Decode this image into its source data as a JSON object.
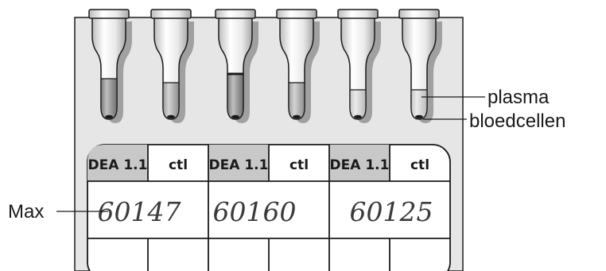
{
  "labels": {
    "plasma": "plasma",
    "bloedcellen": "bloedcellen",
    "max": "Max"
  },
  "card": {
    "columns": [
      "DEA 1.1",
      "ctl",
      "DEA 1.1",
      "ctl",
      "DEA 1.1",
      "ctl"
    ],
    "samples": [
      "60147",
      "60160",
      "60125"
    ]
  },
  "tubes": [
    {
      "column": "DEA 1.1",
      "fill": "dark"
    },
    {
      "column": "ctl",
      "fill": "medium"
    },
    {
      "column": "DEA 1.1",
      "fill": "dark-agglutinated"
    },
    {
      "column": "ctl",
      "fill": "medium"
    },
    {
      "column": "DEA 1.1",
      "fill": "light"
    },
    {
      "column": "ctl",
      "fill": "light"
    }
  ],
  "colors": {
    "card": "#e6e6e6",
    "outline": "#1a1a1a",
    "header_shaded": "#c8c8c8",
    "tube_shadow": "#a0a0a0",
    "tube_body": "#f7f7f7"
  }
}
